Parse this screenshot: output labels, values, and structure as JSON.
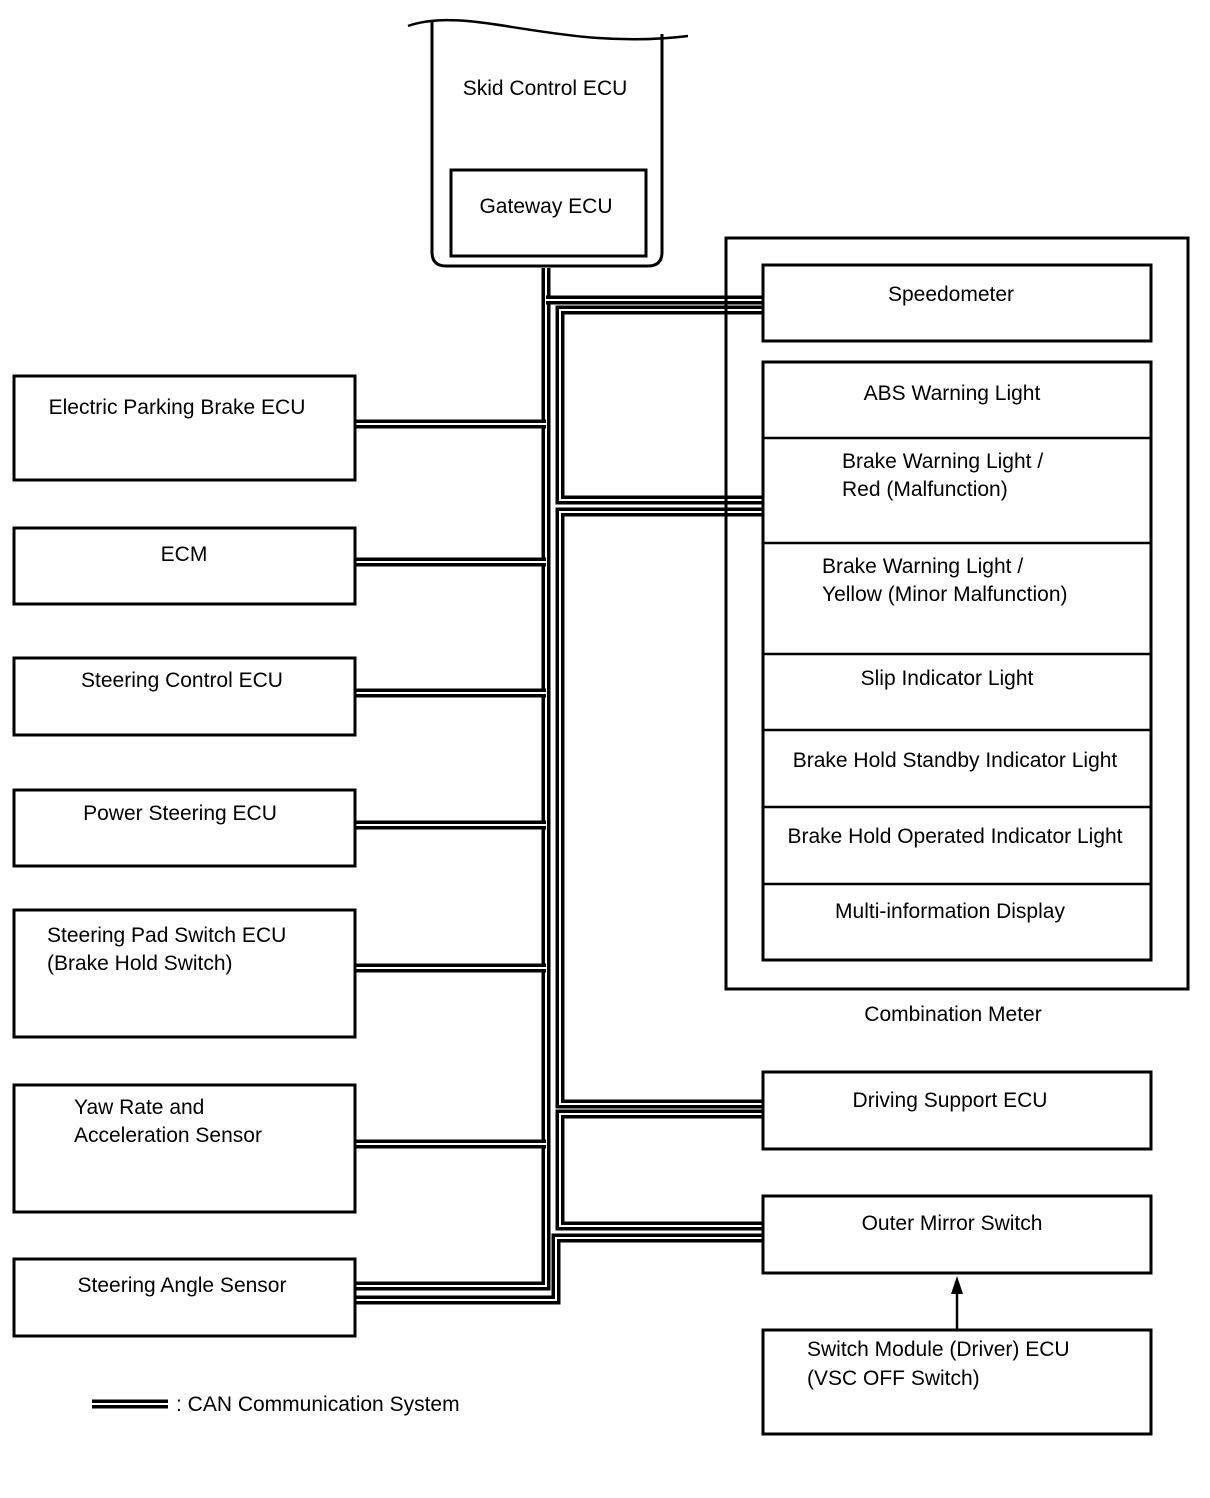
{
  "skid_control": {
    "label": "Skid Control ECU",
    "gateway_label": "Gateway ECU"
  },
  "left_nodes": [
    {
      "id": "epb",
      "lines": [
        "Electric Parking Brake ECU"
      ]
    },
    {
      "id": "ecm",
      "lines": [
        "ECM"
      ]
    },
    {
      "id": "steering-control",
      "lines": [
        "Steering Control ECU"
      ]
    },
    {
      "id": "power-steering",
      "lines": [
        "Power Steering ECU"
      ]
    },
    {
      "id": "steering-pad",
      "lines": [
        "Steering Pad Switch ECU",
        "(Brake Hold Switch)"
      ]
    },
    {
      "id": "yaw-rate",
      "lines": [
        "Yaw Rate and",
        "Acceleration Sensor"
      ]
    },
    {
      "id": "steering-angle",
      "lines": [
        "Steering Angle Sensor"
      ]
    }
  ],
  "combination_meter": {
    "label": "Combination Meter",
    "speedometer": "Speedometer",
    "items": [
      {
        "lines": [
          "ABS Warning Light"
        ]
      },
      {
        "lines": [
          "Brake Warning Light /",
          "Red (Malfunction)"
        ]
      },
      {
        "lines": [
          "Brake Warning Light /",
          "Yellow (Minor Malfunction)"
        ]
      },
      {
        "lines": [
          "Slip Indicator Light"
        ]
      },
      {
        "lines": [
          "Brake Hold Standby Indicator Light"
        ]
      },
      {
        "lines": [
          "Brake Hold Operated Indicator Light"
        ]
      },
      {
        "lines": [
          "Multi-information Display"
        ]
      }
    ]
  },
  "right_nodes": [
    {
      "id": "driving-support",
      "lines": [
        "Driving Support ECU"
      ]
    },
    {
      "id": "outer-mirror",
      "lines": [
        "Outer Mirror Switch"
      ]
    },
    {
      "id": "switch-module",
      "lines": [
        "Switch Module (Driver) ECU",
        "(VSC OFF Switch)"
      ]
    }
  ],
  "legend": {
    "label": ": CAN Communication System"
  }
}
